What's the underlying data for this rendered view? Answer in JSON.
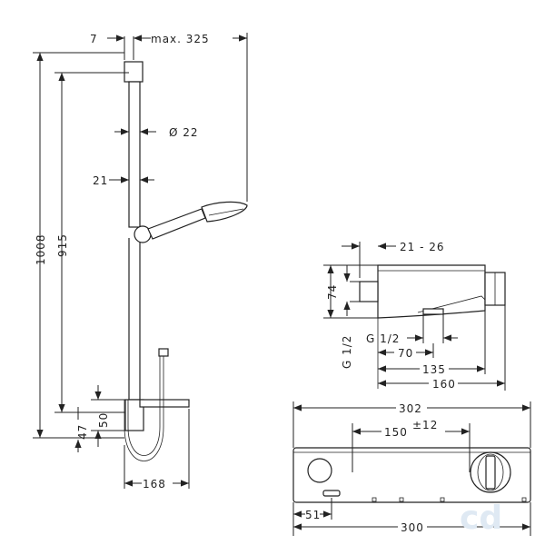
{
  "shower_rail": {
    "dims": {
      "top_offset": "7",
      "max_reach": "max. 325",
      "rail_diameter": "Ø 22",
      "rail_depth": "21",
      "total_height": "1008",
      "rail_height": "915",
      "lower_gap": "50",
      "bottom_gap": "47",
      "bottom_width": "168"
    }
  },
  "thermostat_side": {
    "dims": {
      "depth_range": "21 - 26",
      "height": "74",
      "thread_left": "G 1/2",
      "thread_bottom": "G 1/2",
      "d70": "70",
      "d135": "135",
      "d160": "160"
    }
  },
  "thermostat_front": {
    "dims": {
      "total_width": "302",
      "center_distance": "150",
      "tolerance": "±12",
      "offset_51": "51",
      "width_300": "300"
    }
  },
  "watermark": "cd"
}
